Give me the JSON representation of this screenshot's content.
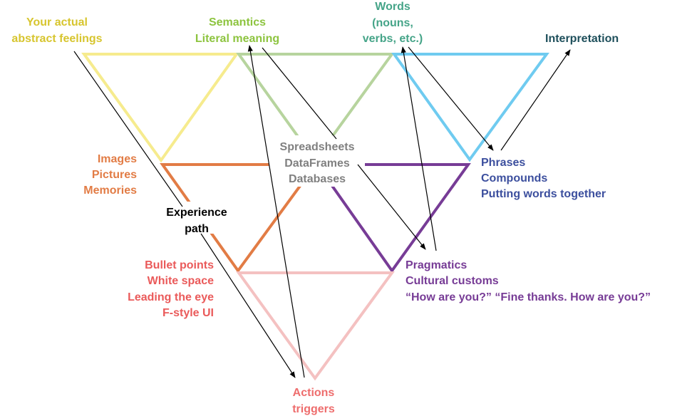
{
  "labels": {
    "feelings": [
      "Your actual",
      "abstract feelings"
    ],
    "semantics": [
      "Semantics",
      "Literal meaning"
    ],
    "words": [
      "Words",
      "(nouns,",
      "verbs, etc.)"
    ],
    "interpretation": "Interpretation",
    "data": [
      "Spreadsheets",
      "DataFrames",
      "Databases"
    ],
    "images": [
      "Images",
      "Pictures",
      "Memories"
    ],
    "experience": [
      "Experience",
      "path"
    ],
    "phrases": [
      "Phrases",
      "Compounds",
      "Putting words together"
    ],
    "layout": [
      "Bullet points",
      "White space",
      "Leading the eye",
      "F-style UI"
    ],
    "pragmatics": [
      "Pragmatics",
      "Cultural customs",
      "“How are you?” “Fine thanks. How are you?”"
    ],
    "actions": [
      "Actions",
      "triggers"
    ]
  },
  "colors": {
    "yellow_line": "#f6eb8e",
    "yellow_text": "#d7c52e",
    "green_line": "#b7d49e",
    "green_text": "#8dc43f",
    "words_text": "#45a488",
    "blue_line": "#6fcbf0",
    "interp_text": "#1e4f5b",
    "phrases_text": "#3c4f9e",
    "gray_text": "#808080",
    "orange": "#e27c45",
    "purple": "#773c96",
    "pink_line": "#f4c1c1",
    "red_text": "#ea5a5a"
  }
}
